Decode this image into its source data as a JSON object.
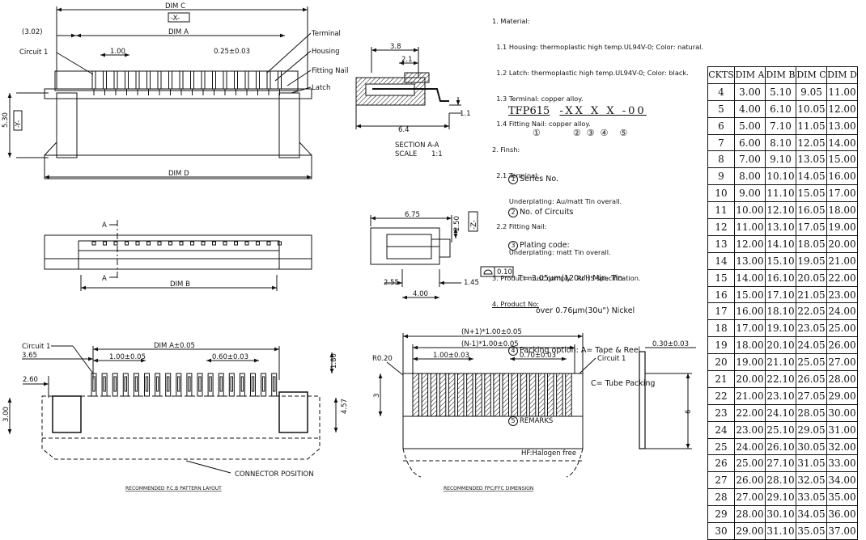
{
  "views": {
    "top": {
      "dim_c": "DIM C",
      "datum_x": "-X-",
      "dim_a": "DIM A",
      "offset": "(3.02)",
      "pitch": "1.00",
      "pin_width": "0.25±0.03",
      "circuit": "Circuit 1",
      "terminal": "Terminal",
      "housing": "Housing",
      "fitting_nail": "Fitting Nail",
      "latch": "Latch",
      "height": "5.30",
      "datum_y": "-Y-",
      "dim_d": "DIM D"
    },
    "section": {
      "w1": "3.8",
      "w2": "2.1",
      "h": "1.1",
      "w3": "6.4",
      "title": "SECTION A-A",
      "scale_label": "SCALE",
      "scale_value": "1:1"
    },
    "front": {
      "a_top": "A",
      "a_bottom": "A",
      "dim_b": "DIM B"
    },
    "side": {
      "w": "6.75",
      "h": "2.50",
      "datum_z": "-Z-",
      "flat": "0.10",
      "l1": "2.55",
      "l2": "1.45",
      "l3": "4.00"
    },
    "pcb": {
      "circuit": "Circuit 1",
      "d1": "3.65",
      "pitch": "1.00±0.05",
      "dim_a": "DIM A±0.05",
      "pad_w": "0.60±0.03",
      "h1": "1.80",
      "d2": "2.60",
      "h2": "4.57",
      "h3": "3.00",
      "position": "CONNECTOR POSITION",
      "caption": "RECOMMENDED P.C.B PATTERN LAYOUT"
    },
    "fpc": {
      "n_plus": "(N+1)*1.00±0.05",
      "n_minus": "(N-1)*1.00±0.05",
      "radius": "R0.20",
      "pitch": "1.00±0.03",
      "width": "0.70±0.03",
      "circuit": "Circuit 1",
      "height": "3",
      "thickness": "0.30±0.03",
      "length": "6",
      "caption": "RECOMMENDED FPC/FFC DIMENSION"
    }
  },
  "notes": [
    "1. Material:",
    "  1.1 Housing: thermoplastic high temp.UL94V-0; Color: natural.",
    "  1.2 Latch: thermoplastic high temp.UL94V-0; Color: black.",
    "  1.3 Terminal: copper alloy.",
    "  1.4 Fitting Nail: copper alloy.",
    "2. Finsh:",
    "  2.1 Terminal:",
    "        Underplating: Au/matt Tin overall.",
    "  2.2 Fitting Nail:",
    "        Underplating: matt Tin overall.",
    "3. Product must comply   RoHS specification.",
    "4. Product No:"
  ],
  "part_number": {
    "series": "TFP615",
    "fields": "-XX X X -00",
    "circles": [
      "①",
      "②",
      "③",
      "④",
      "⑤"
    ]
  },
  "codes": {
    "l1": "Series No.",
    "l2": "No. of Circuits",
    "l3": "Plating code:",
    "l4": "T= 3.05μm(120u\") Min. Tin",
    "l5": "over 0.76μm(30u\") Nickel",
    "l6": "Packing option: A= Tape & Reel",
    "l7": "C= Tube Packing",
    "l8": "REMARKS",
    "l9": "HF:Halogen free",
    "n1": "1",
    "n2": "2",
    "n3": "3",
    "n4": "4",
    "n5": "5"
  },
  "table": {
    "headers": [
      "CKTS",
      "DIM A",
      "DIM B",
      "DIM C",
      "DIM D"
    ],
    "rows": [
      [
        "4",
        "3.00",
        "5.10",
        "9.05",
        "11.00"
      ],
      [
        "5",
        "4.00",
        "6.10",
        "10.05",
        "12.00"
      ],
      [
        "6",
        "5.00",
        "7.10",
        "11.05",
        "13.00"
      ],
      [
        "7",
        "6.00",
        "8.10",
        "12.05",
        "14.00"
      ],
      [
        "8",
        "7.00",
        "9.10",
        "13.05",
        "15.00"
      ],
      [
        "9",
        "8.00",
        "10.10",
        "14.05",
        "16.00"
      ],
      [
        "10",
        "9.00",
        "11.10",
        "15.05",
        "17.00"
      ],
      [
        "11",
        "10.00",
        "12.10",
        "16.05",
        "18.00"
      ],
      [
        "12",
        "11.00",
        "13.10",
        "17.05",
        "19.00"
      ],
      [
        "13",
        "12.00",
        "14.10",
        "18.05",
        "20.00"
      ],
      [
        "14",
        "13.00",
        "15.10",
        "19.05",
        "21.00"
      ],
      [
        "15",
        "14.00",
        "16.10",
        "20.05",
        "22.00"
      ],
      [
        "16",
        "15.00",
        "17.10",
        "21.05",
        "23.00"
      ],
      [
        "17",
        "16.00",
        "18.10",
        "22.05",
        "24.00"
      ],
      [
        "18",
        "17.00",
        "19.10",
        "23.05",
        "25.00"
      ],
      [
        "19",
        "18.00",
        "20.10",
        "24.05",
        "26.00"
      ],
      [
        "20",
        "19.00",
        "21.10",
        "25.05",
        "27.00"
      ],
      [
        "21",
        "20.00",
        "22.10",
        "26.05",
        "28.00"
      ],
      [
        "22",
        "21.00",
        "23.10",
        "27.05",
        "29.00"
      ],
      [
        "23",
        "22.00",
        "24.10",
        "28.05",
        "30.00"
      ],
      [
        "24",
        "23.00",
        "25.10",
        "29.05",
        "31.00"
      ],
      [
        "25",
        "24.00",
        "26.10",
        "30.05",
        "32.00"
      ],
      [
        "26",
        "25.00",
        "27.10",
        "31.05",
        "33.00"
      ],
      [
        "27",
        "26.00",
        "28.10",
        "32.05",
        "34.00"
      ],
      [
        "28",
        "27.00",
        "29.10",
        "33.05",
        "35.00"
      ],
      [
        "29",
        "28.00",
        "30.10",
        "34.05",
        "36.00"
      ],
      [
        "30",
        "29.00",
        "31.10",
        "35.05",
        "37.00"
      ]
    ]
  }
}
